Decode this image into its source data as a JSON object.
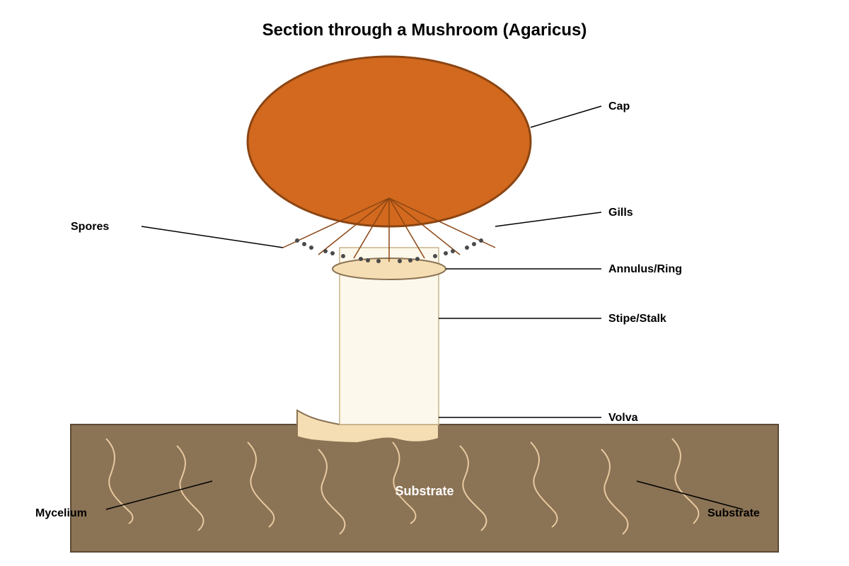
{
  "title": "Section through a Mushroom (Agaricus)",
  "labels": {
    "cap": "Cap",
    "gills": "Gills",
    "spores": "Spores",
    "annulus": "Annulus/Ring",
    "stipe": "Stipe/Stalk",
    "volva": "Volva",
    "mycelium": "Mycelium",
    "substrate_inner": "Substrate",
    "substrate_right": "Substrate"
  },
  "colors": {
    "cap_fill": "#D2691E",
    "cap_stroke": "#8B4513",
    "gill_stroke": "#8B4513",
    "spore": "#4A4A4A",
    "stipe_fill": "#FDF8EC",
    "stipe_stroke": "#C8B48A",
    "annulus_fill": "#F5DEB3",
    "annulus_stroke": "#8B7355",
    "volva_fill": "#F5DEB3",
    "substrate_fill": "#8B7355",
    "substrate_stroke": "#5C4A33",
    "mycelium": "#E8C9A0"
  }
}
